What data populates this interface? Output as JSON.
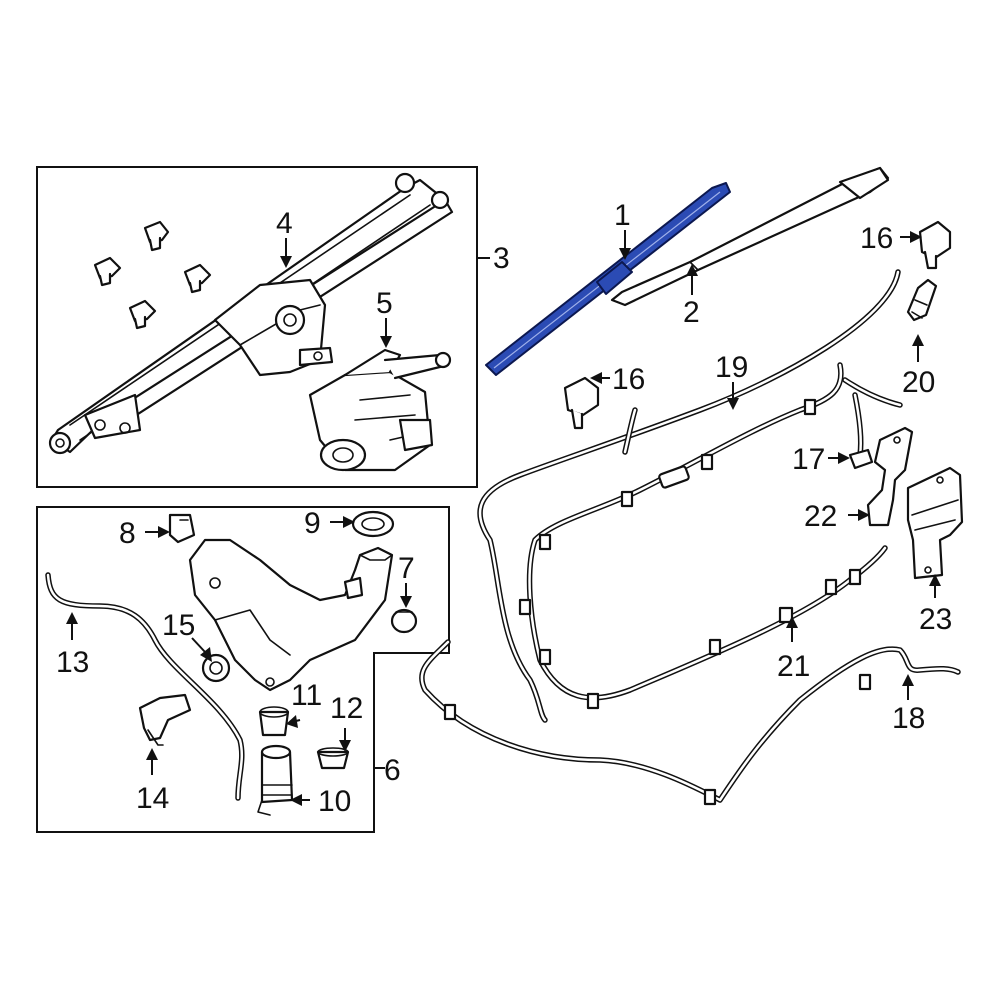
{
  "callouts": {
    "c1": "1",
    "c2": "2",
    "c3": "3",
    "c4": "4",
    "c5": "5",
    "c6": "6",
    "c7": "7",
    "c8": "8",
    "c9": "9",
    "c10": "10",
    "c11": "11",
    "c12": "12",
    "c13": "13",
    "c14": "14",
    "c15": "15",
    "c16a": "16",
    "c16b": "16",
    "c17": "17",
    "c18": "18",
    "c19": "19",
    "c20": "20",
    "c21": "21",
    "c22": "22",
    "c23": "23"
  },
  "colors": {
    "highlight": "#2b4bb4",
    "line": "#111111",
    "background": "#ffffff"
  },
  "highlighted_part": "1"
}
